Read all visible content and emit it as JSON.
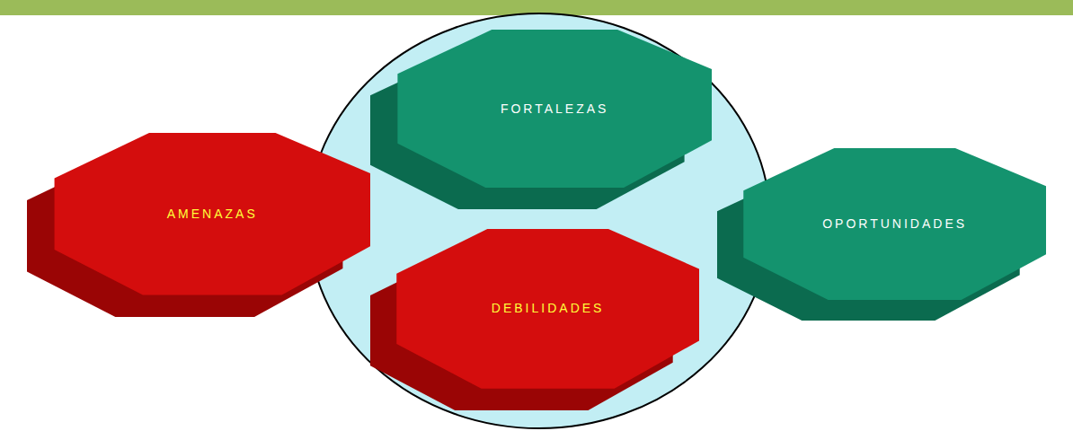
{
  "diagram": {
    "nodes": [
      {
        "text": [
          "FORTALEZAS"
        ]
      },
      {
        "text": [
          "AMENAZAS"
        ]
      },
      {
        "text": [
          "OPORTUNIDADES"
        ]
      },
      {
        "text": [
          "DEBILIDADES"
        ]
      }
    ]
  }
}
